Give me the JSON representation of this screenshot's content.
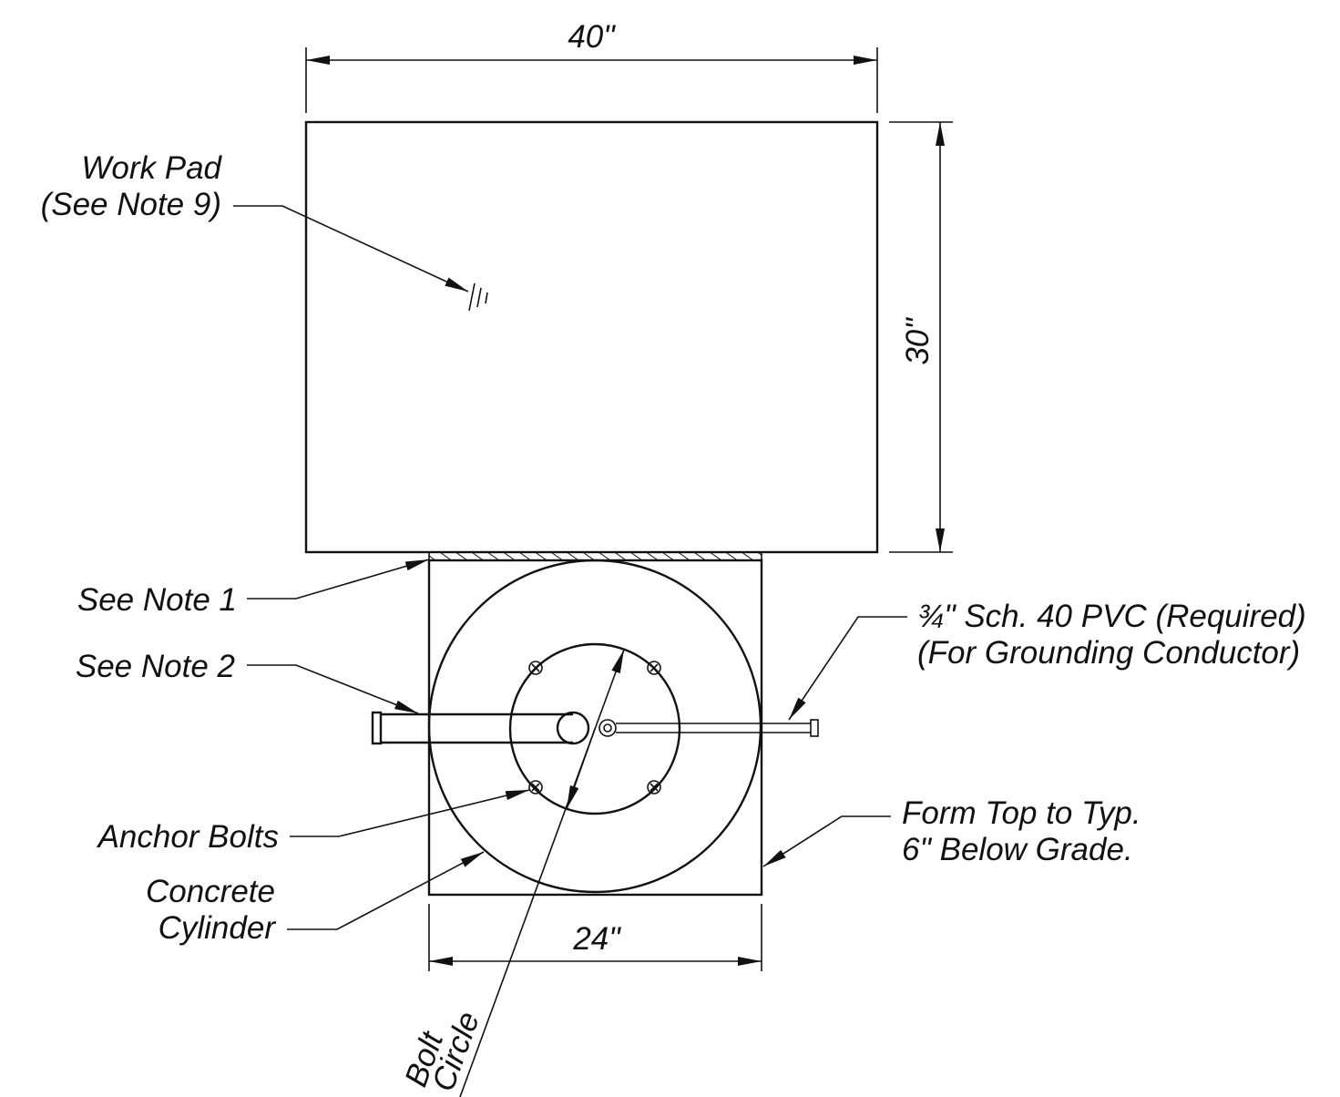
{
  "dimensions": {
    "pad_width": "40\"",
    "pad_height": "30\"",
    "form_width": "24\""
  },
  "labels": {
    "work_pad_line1": "Work Pad",
    "work_pad_line2": "(See Note 9)",
    "see_note_1": "See Note 1",
    "see_note_2": "See Note 2",
    "anchor_bolts": "Anchor Bolts",
    "concrete_line1": "Concrete",
    "concrete_line2": "Cylinder",
    "pvc_line1": "¾\" Sch. 40 PVC (Required)",
    "pvc_line2": "(For Grounding Conductor)",
    "form_top_line1": "Form Top to Typ.",
    "form_top_line2": "6\" Below Grade.",
    "bolt_line1": "Bolt",
    "bolt_line2": "Circle"
  }
}
